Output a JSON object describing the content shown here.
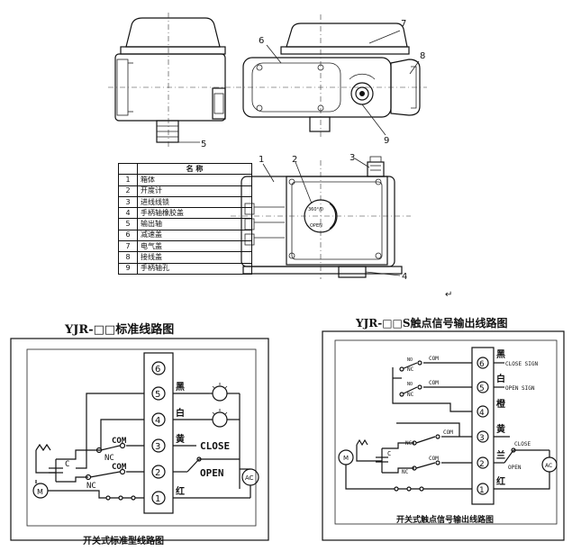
{
  "mechanical": {
    "callouts": [
      "1",
      "2",
      "3",
      "4",
      "5",
      "6",
      "7",
      "8",
      "9"
    ],
    "dial_text_top": "360°/0",
    "dial_text_bottom": "OPEN",
    "cursor_glyph": "↵"
  },
  "parts_table": {
    "header": "名  称",
    "rows": [
      {
        "n": "1",
        "name": "箱体"
      },
      {
        "n": "2",
        "name": "开度计"
      },
      {
        "n": "3",
        "name": "进线线锁"
      },
      {
        "n": "4",
        "name": "手柄轴橡胶盖"
      },
      {
        "n": "5",
        "name": "输出轴"
      },
      {
        "n": "6",
        "name": "减速盖"
      },
      {
        "n": "7",
        "name": "电气盖"
      },
      {
        "n": "8",
        "name": "接线盖"
      },
      {
        "n": "9",
        "name": "手柄轴孔"
      }
    ]
  },
  "left_diagram": {
    "title": "YJR-□□标准线路图",
    "caption": "开关式标准型线路图",
    "terminals": [
      "6",
      "5",
      "4",
      "3",
      "2",
      "1"
    ],
    "wire_labels": [
      "黑",
      "白",
      "黄",
      "红"
    ],
    "close_label": "CLOSE",
    "open_label": "OPEN",
    "com_labels": [
      "COM",
      "COM"
    ],
    "nc_labels": [
      "NC",
      "NC"
    ],
    "cap_label": "C",
    "motor_label": "M",
    "ac_label": "AC"
  },
  "right_diagram": {
    "title": "YJR-□□S触点信号输出线路图",
    "caption": "开关式触点信号输出线路图",
    "terminals": [
      "6",
      "5",
      "4",
      "3",
      "2",
      "1"
    ],
    "wire_labels": [
      "黑",
      "白",
      "橙",
      "黄",
      "兰",
      "红"
    ],
    "close_sign": "CLOSE SIGN",
    "open_sign": "OPEN SIGN",
    "close_label": "CLOSE",
    "open_label": "OPEN",
    "com_labels": [
      "COM",
      "COM",
      "COM",
      "COM"
    ],
    "nc_labels": [
      "NC",
      "NC",
      "NC",
      "NC"
    ],
    "no_labels": [
      "NO",
      "NO"
    ],
    "cap_label": "C",
    "motor_label": "M",
    "ac_label": "AC"
  }
}
